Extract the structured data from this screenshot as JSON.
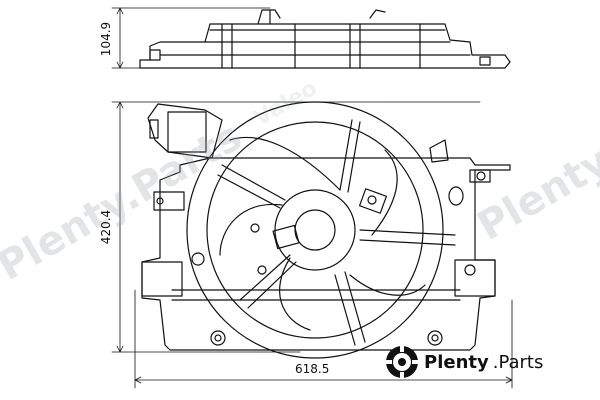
{
  "dimensions": {
    "top_height": "104.9",
    "overall_height": "420.4",
    "overall_width": "618.5"
  },
  "watermark": {
    "text": "Plenty.Parts",
    "faint_text": "Valeo"
  },
  "brand": {
    "name": "Plenty",
    "suffix": ".Parts",
    "logo_icon": "gear-icon"
  },
  "colors": {
    "line": "#111111",
    "watermark": "#9aa0a6"
  }
}
